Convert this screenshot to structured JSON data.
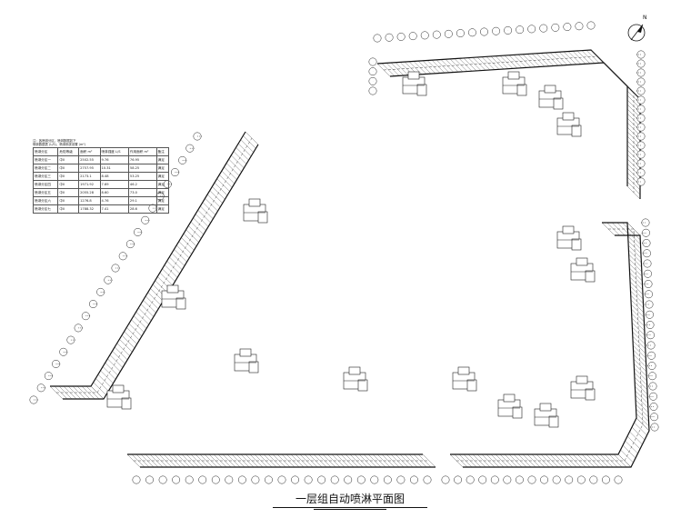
{
  "drawing": {
    "title": "一层组自动喷淋平面图"
  },
  "legend": {
    "caption_line1": "注：各喷淋分区，喷淋数据如下",
    "caption_line2": "喷淋数据表 (L/S)，喷淋系统设置 (m²)",
    "rows": [
      [
        "喷淋分区",
        "危险等级",
        "面积 m²",
        "喷淋强度 L/S",
        "作用面积 m²",
        "备注"
      ],
      [
        "喷淋分区一",
        "中Ⅱ",
        "2502.55",
        "9.76",
        "76.95",
        "满足"
      ],
      [
        "喷淋分区二",
        "中Ⅱ",
        "2757.95",
        "10.31",
        "58.25",
        "满足"
      ],
      [
        "喷淋分区三",
        "中Ⅱ",
        "2173.1",
        "8.48",
        "53.25",
        "满足"
      ],
      [
        "喷淋分区四",
        "中Ⅱ",
        "1971.92",
        "7.69",
        "46.2",
        "满足"
      ],
      [
        "喷淋分区五",
        "中Ⅱ",
        "2055.28",
        "8.60",
        "73.0",
        "满足"
      ],
      [
        "喷淋分区六",
        "中Ⅱ",
        "1276.8",
        "4.76",
        "29.1",
        "满足"
      ],
      [
        "喷淋分区七",
        "中Ⅱ",
        "1788.32",
        "7.41",
        "28.6",
        "满足"
      ]
    ]
  },
  "north_arrow": {
    "label": "N"
  }
}
